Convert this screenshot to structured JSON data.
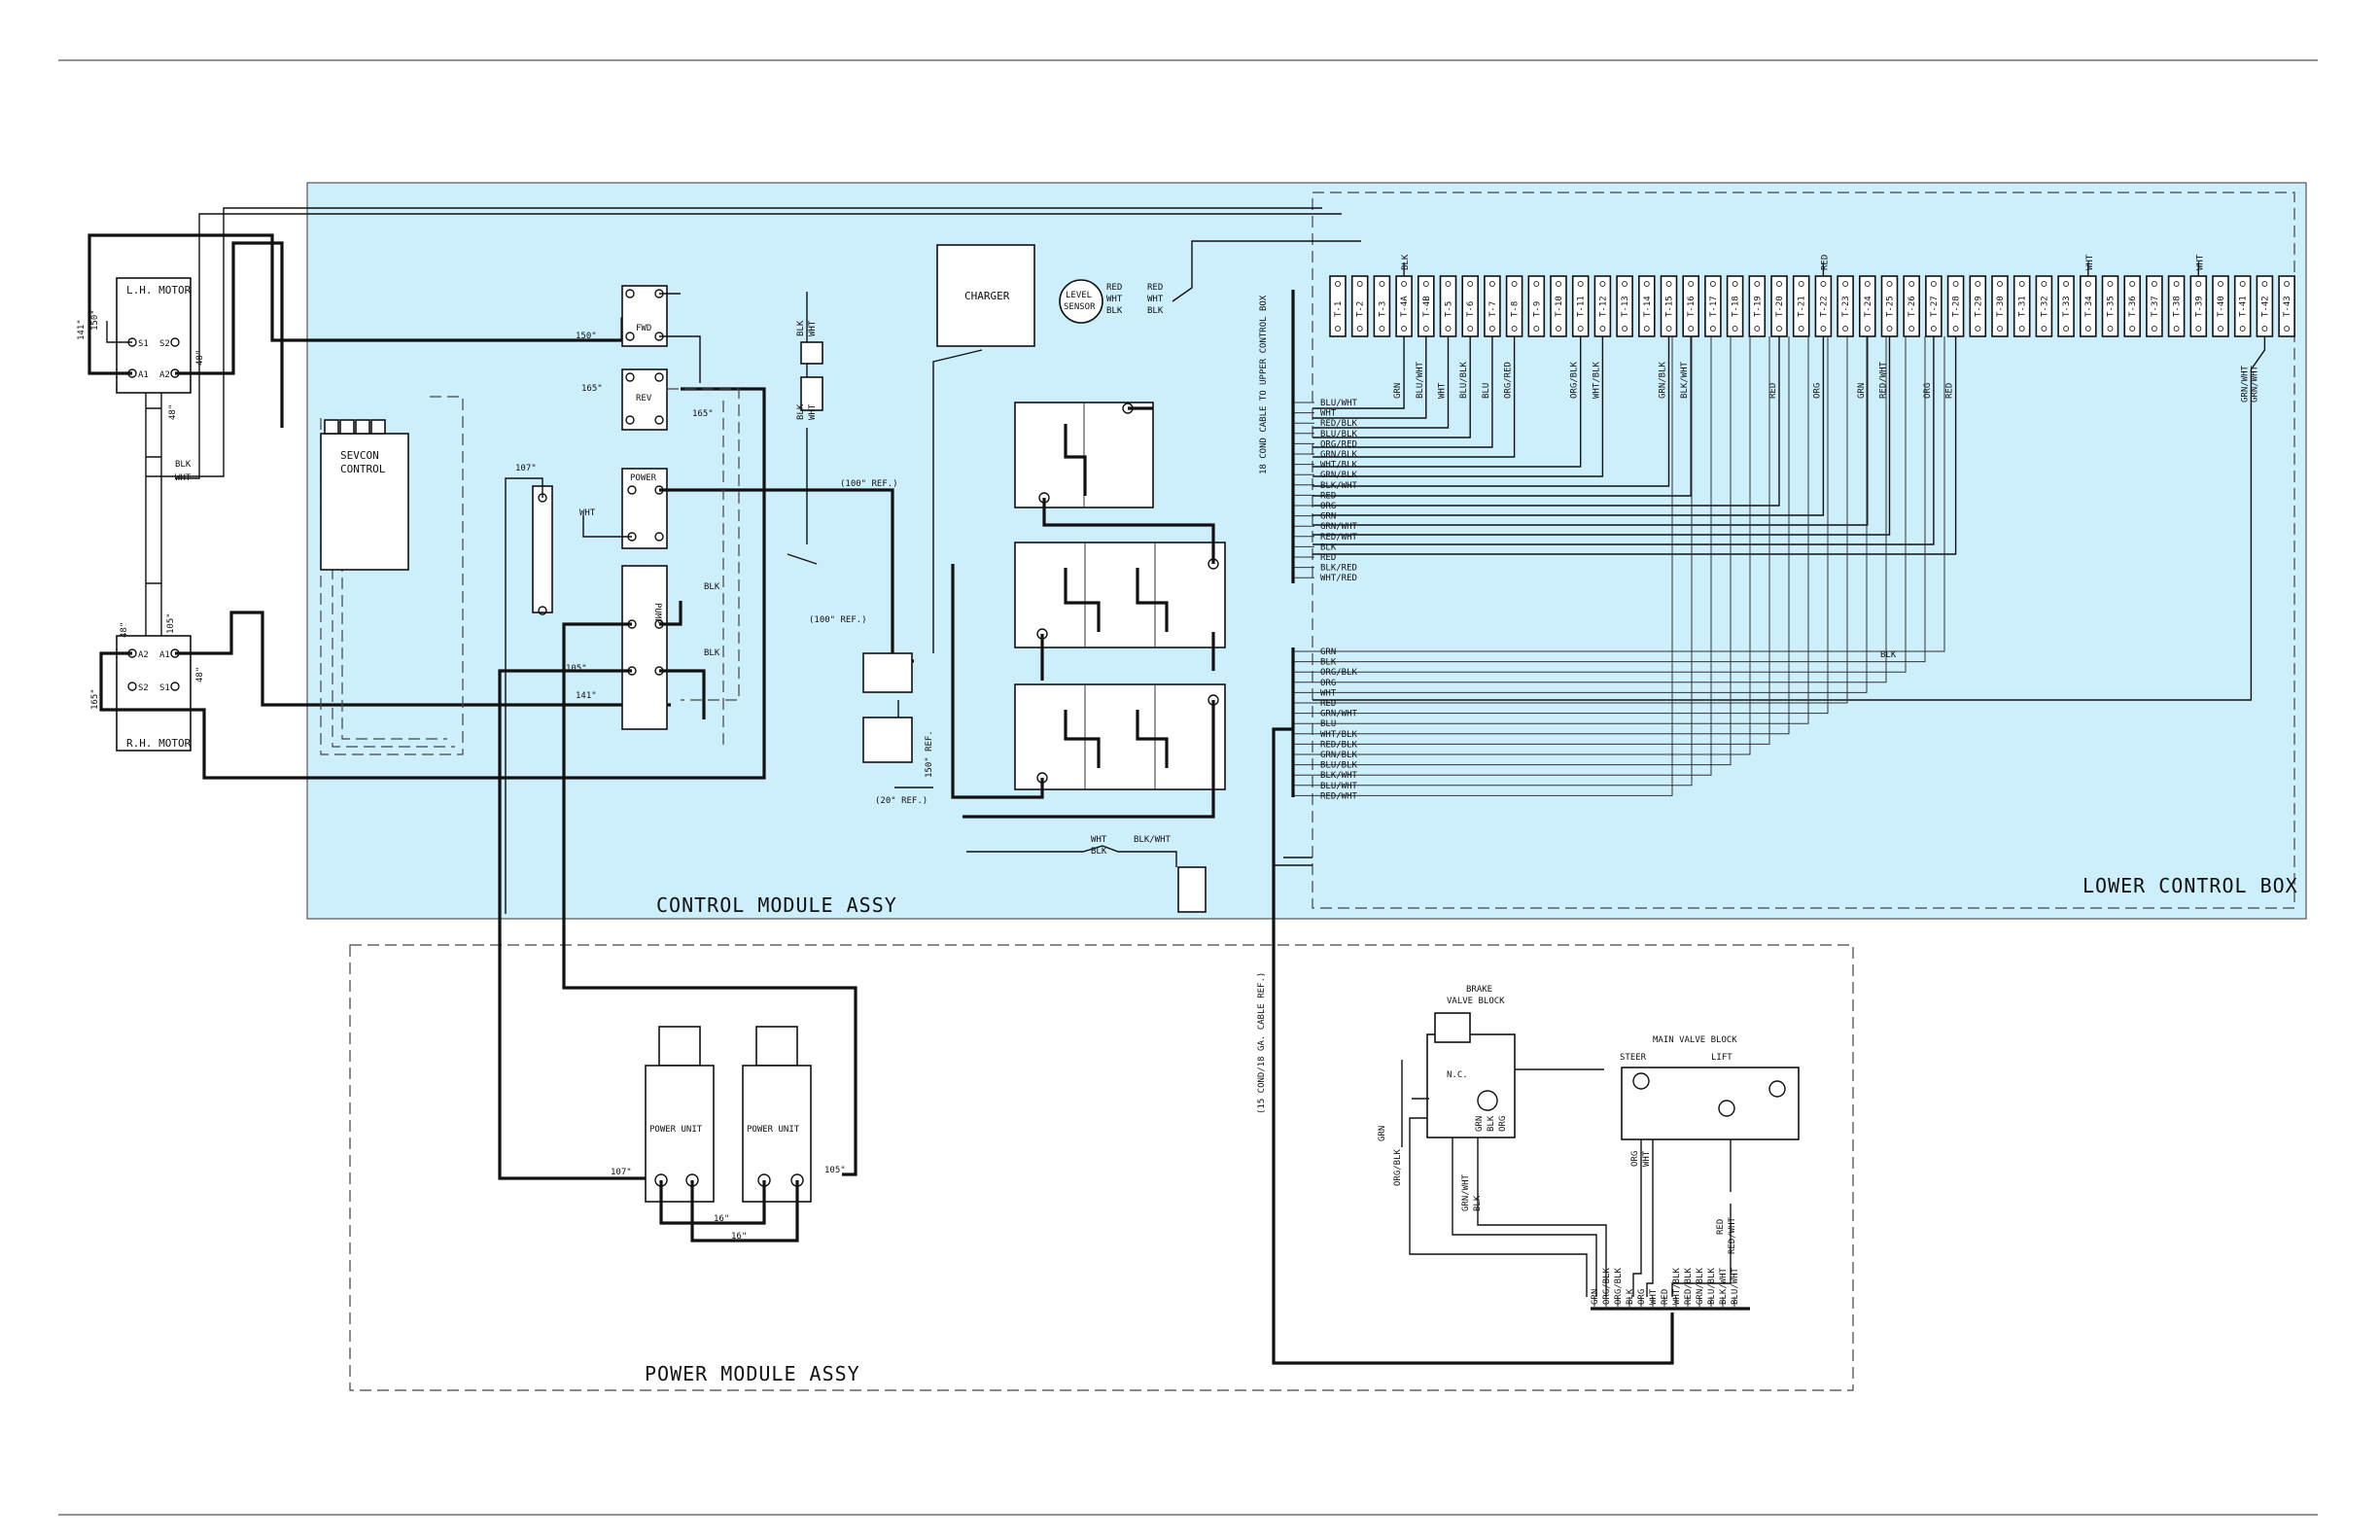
{
  "regions": {
    "control_module": "CONTROL MODULE ASSY",
    "lower_control_box": "LOWER CONTROL BOX",
    "power_module": "POWER MODULE ASSY"
  },
  "components": {
    "lh_motor": "L.H. MOTOR",
    "rh_motor": "R.H. MOTOR",
    "sevcon": [
      "SEVCON",
      "CONTROL"
    ],
    "charger": "CHARGER",
    "level_sensor": [
      "LEVEL",
      "SENSOR"
    ],
    "power_unit": "POWER UNIT",
    "brake_valve": [
      "BRAKE",
      "VALVE BLOCK"
    ],
    "main_valve": "MAIN VALVE BLOCK",
    "steer": "STEER",
    "lift": "LIFT",
    "nc": "N.C."
  },
  "contactors": [
    "FWD",
    "REV",
    "POWER",
    "PUMP"
  ],
  "motor_terminals": {
    "lh": [
      "S1",
      "A1",
      "S2",
      "A2"
    ],
    "rh": [
      "A2",
      "S2",
      "S1",
      "A1"
    ]
  },
  "cable_notes": {
    "upper": "18 COND CABLE TO UPPER CONTROL BOX",
    "lower": "(15 COND/18 GA. CABLE REF.)",
    "ref100a": "(100\" REF.)",
    "ref100b": "(100\" REF.)",
    "ref20": "(20\" REF.)",
    "ref150": "150\" REF."
  },
  "lengths": {
    "l141a": "141\"",
    "l150a": "150\"",
    "l48a": "48\"",
    "l48b": "48\"",
    "l48c": "48\"",
    "l105a": "105\"",
    "l165a": "165\"",
    "l48d": "48\"",
    "l150b": "150\"",
    "l165b": "165\"",
    "l165c": "165\"",
    "l107a": "107\"",
    "l105b": "105\"",
    "l141b": "141\"",
    "l107b": "107\"",
    "l105c": "105\"",
    "l16a": "16\"",
    "l16b": "16\""
  },
  "wire_colors": {
    "blk": "BLK",
    "wht": "WHT",
    "red": "RED",
    "sensor": [
      "RED",
      "WHT",
      "BLK"
    ],
    "sensor_out": [
      "RED",
      "WHT",
      "BLK"
    ],
    "junction": [
      "WHT",
      "BLK"
    ],
    "junction_out": "BLK/WHT",
    "blk_t4": "BLK"
  },
  "terminals": [
    "T-1",
    "T-2",
    "T-3",
    "T-4A",
    "T-4B",
    "T-5",
    "T-6",
    "T-7",
    "T-8",
    "T-9",
    "T-10",
    "T-11",
    "T-12",
    "T-13",
    "T-14",
    "T-15",
    "T-16",
    "T-17",
    "T-18",
    "T-19",
    "T-20",
    "T-21",
    "T-22",
    "T-23",
    "T-24",
    "T-25",
    "T-26",
    "T-27",
    "T-28",
    "T-29",
    "T-30",
    "T-31",
    "T-32",
    "T-33",
    "T-34",
    "T-35",
    "T-36",
    "T-37",
    "T-38",
    "T-39",
    "T-40",
    "T-41",
    "T-42",
    "T-43"
  ],
  "terminal_top_labels": [
    {
      "t": 4,
      "label": "BLK"
    },
    {
      "t": 23,
      "label": "RED"
    },
    {
      "t": 35,
      "label": "WHT"
    },
    {
      "t": 40,
      "label": "WHT"
    }
  ],
  "terminal_drops": [
    "GRN",
    "BLU/WHT",
    "WHT",
    "BLU/BLK",
    "BLU",
    "ORG/RED",
    "ORG/BLK",
    "WHT/BLK",
    "GRN/BLK",
    "BLK/WHT",
    "RED",
    "ORG",
    "GRN",
    "RED/WHT",
    "ORG",
    "RED"
  ],
  "terminal_drop_t43": [
    "GRN/WHT",
    "GRN/WHT"
  ],
  "harness_upper": [
    "BLU/WHT",
    "WHT",
    "RED/BLK",
    "BLU/BLK",
    "ORG/RED",
    "GRN/BLK",
    "WHT/BLK",
    "GRN/BLK",
    "BLK/WHT",
    "RED",
    "ORG",
    "GRN",
    "GRN/WHT",
    "RED/WHT",
    "BLK",
    "RED",
    "BLK/RED",
    "WHT/RED"
  ],
  "harness_lower": [
    "GRN",
    "BLK",
    "ORG/BLK",
    "ORG",
    "WHT",
    "RED",
    "GRN/WHT",
    "BLU",
    "WHT/BLK",
    "RED/BLK",
    "GRN/BLK",
    "BLU/BLK",
    "BLK/WHT",
    "BLU/WHT",
    "RED/WHT"
  ],
  "harness_lower_right": "BLK",
  "valve_wires": {
    "grn": "GRN",
    "org_blk": "ORG/BLK",
    "grn2": "GRN",
    "blk": "BLK",
    "org": "ORG",
    "grn_wht": "GRN/WHT",
    "blk2": "BLK",
    "org2": "ORG",
    "wht": "WHT",
    "red": "RED",
    "red_wht": "RED/WHT"
  },
  "valve_harness": [
    "GRN",
    "ORG/BLK",
    "ORG/BLK",
    "BLK",
    "ORG",
    "WHT",
    "RED",
    "WHT/BLK",
    "RED/BLK",
    "GRN/BLK",
    "BLU/BLK",
    "BLK/WHT",
    "BLU/WHT"
  ],
  "colors": {
    "control_fill": "#cdeefb",
    "lower_box_fill": "#e4f3df",
    "power_fill": "#cdeefb"
  }
}
